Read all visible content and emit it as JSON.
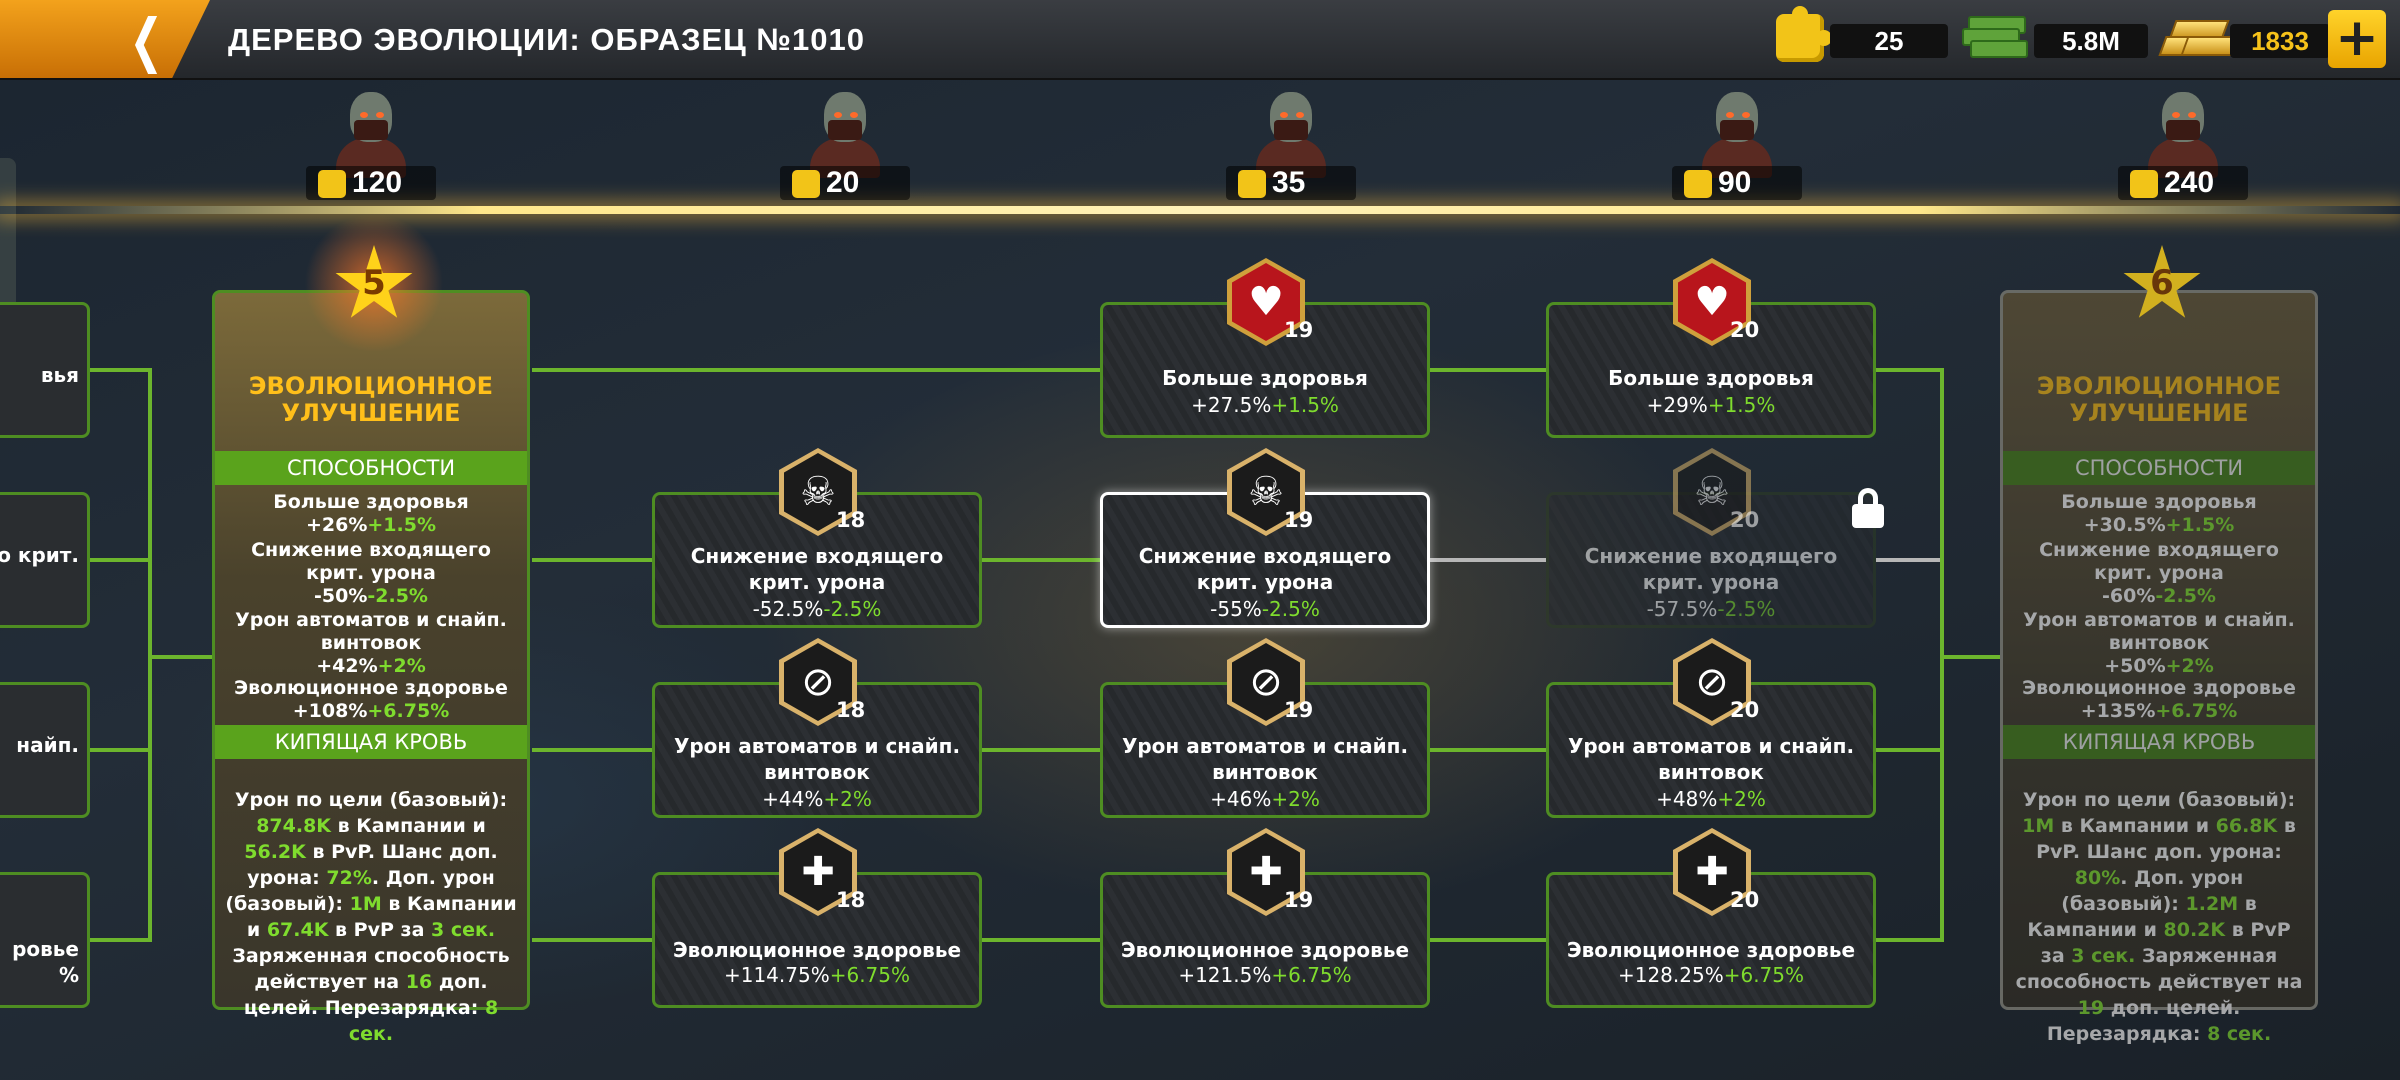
{
  "header": {
    "title": "ДЕРЕВО ЭВОЛЮЦИИ: ОБРАЗЕЦ №1010",
    "back_icon": "chevron-left-icon",
    "puzzles": "25",
    "cash": "5.8M",
    "gold": "1833",
    "plus_label": "+"
  },
  "costs": [
    "120",
    "20",
    "35",
    "90",
    "240"
  ],
  "evo_left": {
    "star": "5",
    "title": "ЭВОЛЮЦИОННОЕ УЛУЧШЕНИЕ",
    "abilities_header": "СПОСОБНОСТИ",
    "ab1_name": "Больше здоровья",
    "ab1_val": "+26%",
    "ab1_bonus": "+1.5%",
    "ab2_name": "Снижение входящего крит. урона",
    "ab2_val": "-50%",
    "ab2_bonus": "-2.5%",
    "ab3_name": "Урон автоматов и снайп. винтовок",
    "ab3_val": "+42%",
    "ab3_bonus": "+2%",
    "ab4_name": "Эволюционное здоровье",
    "ab4_val": "+108%",
    "ab4_bonus": "+6.75%",
    "skill_header": "КИПЯЩАЯ КРОВЬ",
    "d1": "Урон по цели (базовый):",
    "d2": "874.8K",
    "d3": "в Кампании и",
    "d4": "56.2K",
    "d5": "в PvP. Шанс доп. урона:",
    "d6": "72%",
    "d7": ". Доп. урон (базовый):",
    "d8": "1M",
    "d9": "в Кампании и",
    "d10": "67.4K",
    "d11": "в PvP за",
    "d12": "3 сек.",
    "d13": "Заряженная способность действует на",
    "d14": "16",
    "d15": "доп. целей. Перезарядка:",
    "d16": "8 сек."
  },
  "evo_right": {
    "star": "6",
    "title": "ЭВОЛЮЦИОННОЕ УЛУЧШЕНИЕ",
    "abilities_header": "СПОСОБНОСТИ",
    "ab1_name": "Больше здоровья",
    "ab1_val": "+30.5%",
    "ab1_bonus": "+1.5%",
    "ab2_name": "Снижение входящего крит. урона",
    "ab2_val": "-60%",
    "ab2_bonus": "-2.5%",
    "ab3_name": "Урон автоматов и снайп. винтовок",
    "ab3_val": "+50%",
    "ab3_bonus": "+2%",
    "ab4_name": "Эволюционное здоровье",
    "ab4_val": "+135%",
    "ab4_bonus": "+6.75%",
    "skill_header": "КИПЯЩАЯ КРОВЬ",
    "d1": "Урон по цели (базовый):",
    "d2": "1M",
    "d3": "в Кампании и",
    "d4": "66.8K",
    "d5": "в PvP. Шанс доп. урона:",
    "d6": "80%",
    "d7": ". Доп. урон (базовый):",
    "d8": "1.2M",
    "d9": "в Кампании и",
    "d10": "80.2K",
    "d11": "в PvP за",
    "d12": "3 сек.",
    "d13": "Заряженная способность действует на",
    "d14": "19",
    "d15": "доп. целей. Перезарядка:",
    "d16": "8 сек."
  },
  "left_stubs": [
    "вья",
    "о крит.",
    "найп.",
    "ровье",
    "%"
  ],
  "cards": {
    "c2r1": {
      "level": "19",
      "title": "Больше здоровья",
      "val": "+27.5%",
      "bonus": "+1.5%"
    },
    "c3r1": {
      "level": "20",
      "title": "Больше здоровья",
      "val": "+29%",
      "bonus": "+1.5%"
    },
    "c1r2": {
      "level": "18",
      "title": "Снижение входящего крит. урона",
      "val": "-52.5%",
      "bonus": "-2.5%"
    },
    "c2r2": {
      "level": "19",
      "title": "Снижение входящего крит. урона",
      "val": "-55%",
      "bonus": "-2.5%"
    },
    "c3r2": {
      "level": "20",
      "title": "Снижение входящего крит. урона",
      "val": "-57.5%",
      "bonus": "-2.5%"
    },
    "c1r3": {
      "level": "18",
      "title": "Урон автоматов и снайп. винтовок",
      "val": "+44%",
      "bonus": "+2%"
    },
    "c2r3": {
      "level": "19",
      "title": "Урон автоматов и снайп. винтовок",
      "val": "+46%",
      "bonus": "+2%"
    },
    "c3r3": {
      "level": "20",
      "title": "Урон автоматов и снайп. винтовок",
      "val": "+48%",
      "bonus": "+2%"
    },
    "c1r4": {
      "level": "18",
      "title": "Эволюционное здоровье",
      "val": "+114.75%",
      "bonus": "+6.75%"
    },
    "c2r4": {
      "level": "19",
      "title": "Эволюционное здоровье",
      "val": "+121.5%",
      "bonus": "+6.75%"
    },
    "c3r4": {
      "level": "20",
      "title": "Эволюционное здоровье",
      "val": "+128.25%",
      "bonus": "+6.75%"
    }
  },
  "icons": {
    "health": "heart-pulse-icon",
    "crit": "skull-icon",
    "rifle": "bullet-icon",
    "evo_health": "medical-cross-icon",
    "lock": "lock-icon",
    "puzzle": "puzzle-icon",
    "cash": "cash-icon",
    "gold": "gold-bars-icon"
  },
  "colors": {
    "accent_green": "#6cb52d",
    "bonus_green": "#7fdc2e",
    "gold": "#ffbf1a",
    "back_orange": "#f3a21c"
  }
}
